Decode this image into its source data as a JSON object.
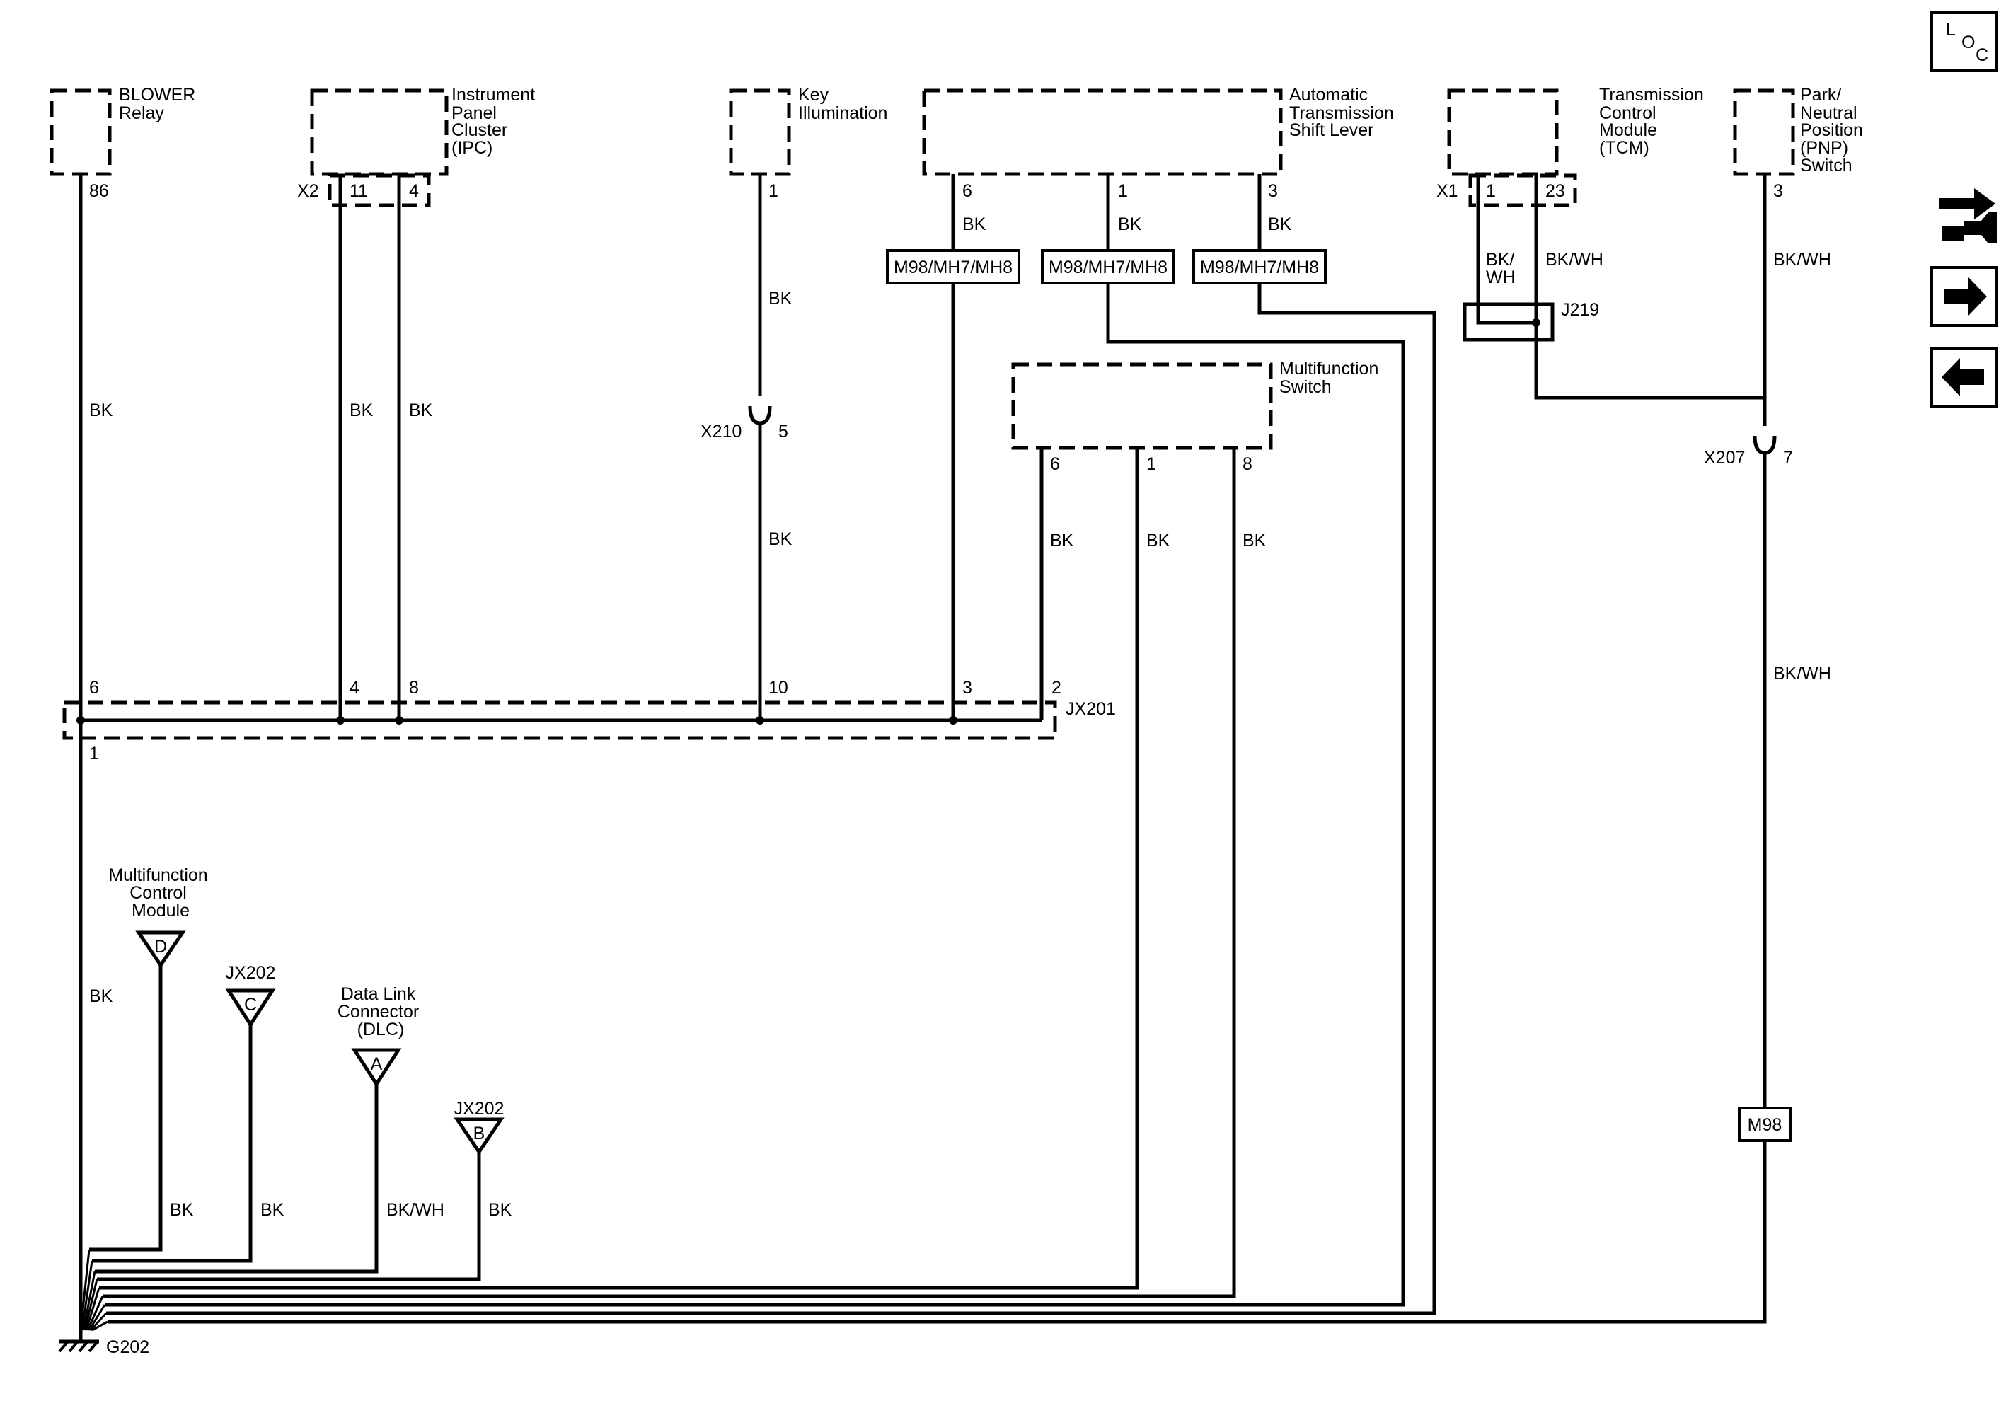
{
  "components": {
    "blower_relay": [
      "BLOWER",
      "Relay"
    ],
    "ipc": [
      "Instrument",
      "Panel",
      "Cluster",
      "(IPC)"
    ],
    "key_illumination": [
      "Key",
      "Illumination"
    ],
    "shift_lever": [
      "Automatic",
      "Transmission",
      "Shift Lever"
    ],
    "tcm": [
      "Transmission",
      "Control",
      "Module",
      "(TCM)"
    ],
    "pnp": [
      "Park/",
      "Neutral",
      "Position",
      "(PNP)",
      "Switch"
    ],
    "multifunction_switch": [
      "Multifunction",
      "Switch"
    ]
  },
  "pins": {
    "blower": "86",
    "ipc_connector": "X2",
    "ipc_a": "11",
    "ipc_b": "4",
    "key": "1",
    "shift_a": "6",
    "shift_b": "1",
    "shift_c": "3",
    "tcm_connector": "X1",
    "tcm_a": "1",
    "tcm_b": "23",
    "pnp": "3",
    "x210_pin": "5",
    "x207_pin": "7",
    "msw_a": "6",
    "msw_b": "1",
    "msw_c": "8",
    "jx201_6": "6",
    "jx201_4": "4",
    "jx201_8": "8",
    "jx201_10": "10",
    "jx201_3": "3",
    "jx201_2": "2",
    "jx201_1": "1"
  },
  "connectors": {
    "x210": "X210",
    "x207": "X207",
    "jx201": "JX201",
    "j219": "J219",
    "ground": "G202"
  },
  "wire_colors": {
    "bk": "BK",
    "bk_wh": "BK/WH",
    "bk_wh_split": [
      "BK/",
      "WH"
    ]
  },
  "options": {
    "shift_a": "M98/MH7/MH8",
    "shift_b": "M98/MH7/MH8",
    "shift_c": "M98/MH7/MH8",
    "pnp": "M98"
  },
  "references": {
    "d": {
      "letter": "D",
      "label": [
        "Multifunction",
        "Control",
        "Module"
      ]
    },
    "c": {
      "letter": "C",
      "label": [
        "JX202"
      ]
    },
    "a": {
      "letter": "A",
      "label": [
        "Data Link",
        "Connector",
        "(DLC)"
      ]
    },
    "b": {
      "letter": "B",
      "label": [
        "JX202"
      ]
    }
  },
  "toolbar": {
    "loc_letters": [
      "L",
      "O",
      "C"
    ],
    "icons": [
      "connector-wrench-icon",
      "arrow-right-icon",
      "arrow-left-icon"
    ]
  }
}
